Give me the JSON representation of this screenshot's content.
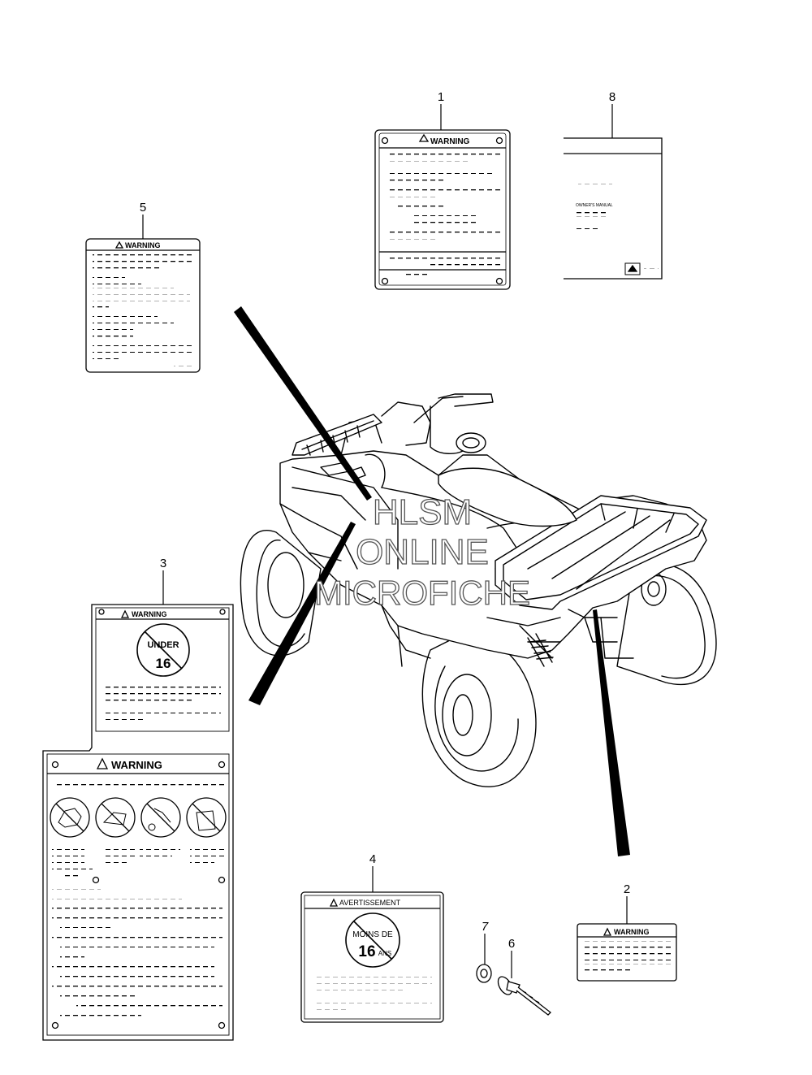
{
  "watermark": {
    "line1": "HLSM",
    "line2": "ONLINE",
    "line3": "MICROFICHE"
  },
  "callouts": [
    "1",
    "8",
    "5",
    "3",
    "4",
    "2",
    "6",
    "7"
  ],
  "labels": {
    "label_1": {
      "header": "WARNING"
    },
    "label_8": {
      "text": "OWNER'S MANUAL"
    },
    "label_5": {
      "header": "WARNING"
    },
    "label_3": {
      "header": "WARNING",
      "badge_top": "UNDER",
      "badge_num": "16",
      "lower_header": "WARNING"
    },
    "label_4": {
      "header": "AVERTISSEMENT",
      "badge_top": "MOINS DE",
      "badge_num": "16",
      "badge_suffix": "ANS"
    },
    "label_2": {
      "header": "WARNING"
    }
  }
}
